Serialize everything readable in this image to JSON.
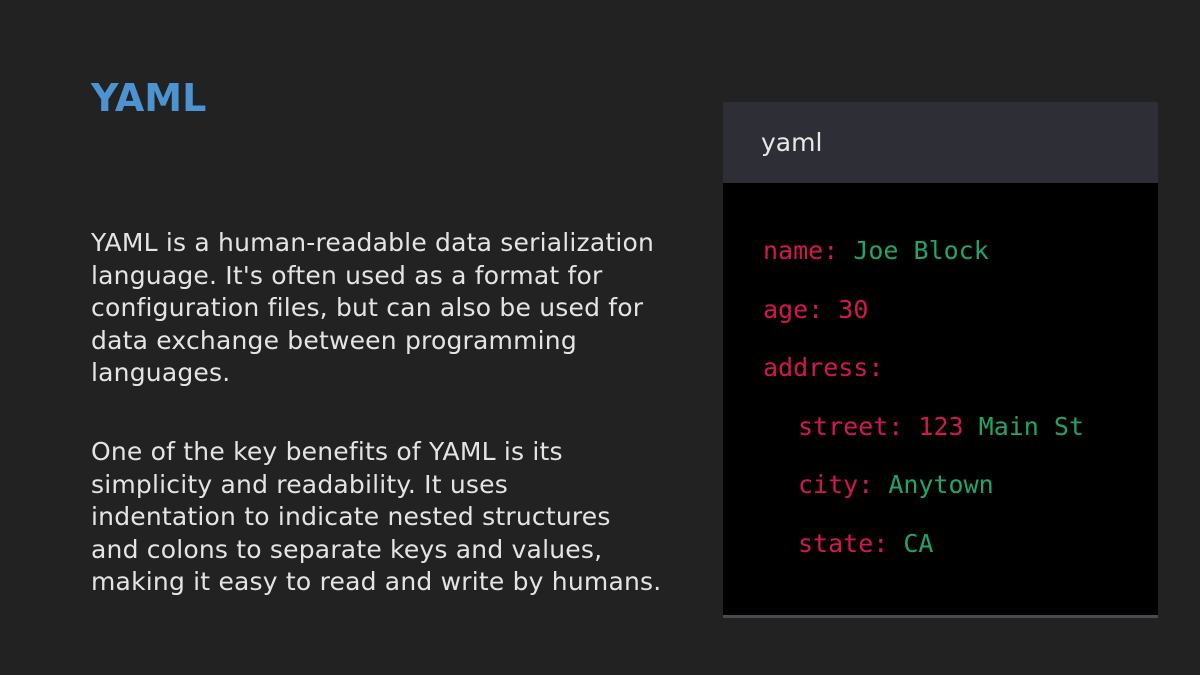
{
  "slide": {
    "title": "YAML",
    "paragraphs": [
      "YAML is a human-readable data serialization\nlanguage. It's often used as a format for\nconfiguration files, but can also be used for\ndata exchange between programming\nlanguages.",
      "One of the key benefits of YAML is its\nsimplicity and readability. It uses\nindentation to indicate nested structures\nand colons to separate keys and values,\nmaking it easy to read and write by humans."
    ]
  },
  "code_panel": {
    "language_label": "yaml",
    "lines": [
      {
        "key": "name:",
        "num": "",
        "value": "Joe Block"
      },
      {
        "key": "age:",
        "num": "30",
        "value": ""
      },
      {
        "key": "address:",
        "num": "",
        "value": ""
      },
      {
        "key": "street:",
        "num": "123",
        "value": "Main St"
      },
      {
        "key": "city:",
        "num": "",
        "value": "Anytown"
      },
      {
        "key": "state:",
        "num": "",
        "value": "CA"
      }
    ],
    "colors": {
      "key": "#d4184f",
      "string": "#1fa46a",
      "header_bg": "#2e2e37"
    }
  }
}
